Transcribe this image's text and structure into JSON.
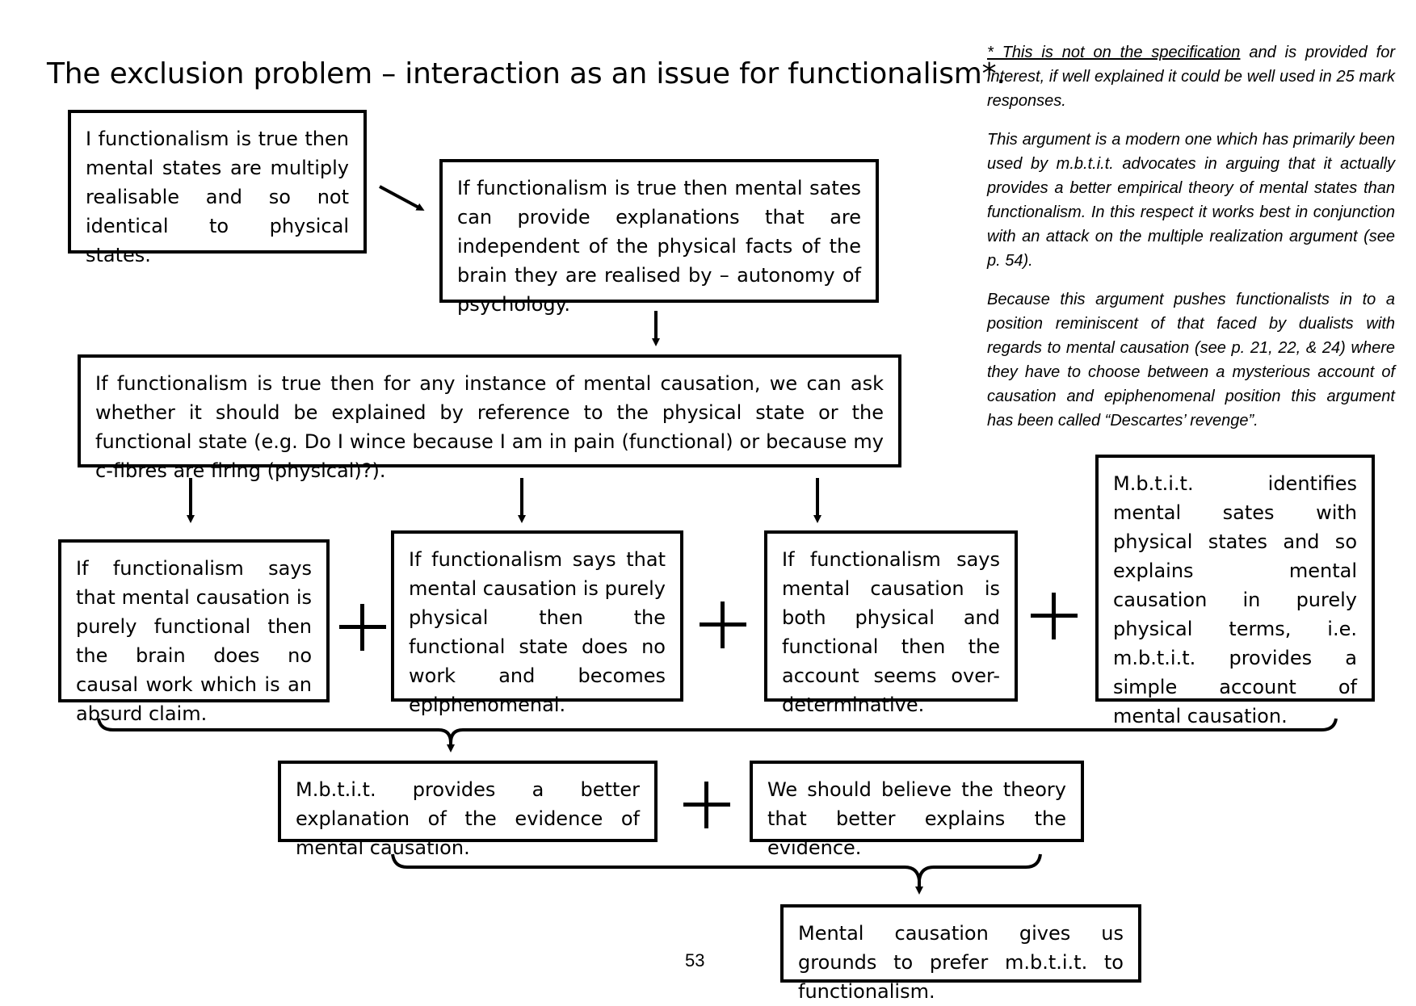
{
  "title": "The exclusion problem – interaction as an issue for functionalism*.",
  "notes": {
    "p1_underlined": "* This is not on the specification",
    "p1_rest": " and is provided for interest, if well explained it could be well used in 25 mark responses.",
    "p2": "This argument is a modern one which has primarily been used by m.b.t.i.t. advocates in arguing that it actually provides a better empirical theory of mental states than functionalism. In this respect it works best in conjunction with an attack on the multiple realization argument (see p. 54).",
    "p3": "Because this argument pushes functionalists in to a position reminiscent of that faced by dualists with regards to mental causation (see p. 21, 22, & 24) where they have to choose between a mysterious account of causation and epiphenomenal position this argument has been called “Descartes’ revenge”."
  },
  "boxes": {
    "multiply_realisable": "I functionalism is true then mental states are multiply realisable and so not identical to physical states.",
    "autonomy": "If functionalism is true then mental sates can provide explanations that are independent of the physical facts of the brain they are realised by – autonomy of psychology.",
    "mental_causation_question": "If functionalism is true then for any instance of mental causation, we can ask whether it should be explained by reference to the physical state or the functional state (e.g. Do I wince because I am in pain (functional) or because my c-fibres are firing (physical)?).",
    "purely_functional": "If functionalism says that mental causation is purely functional then the brain does no causal work which is an absurd claim.",
    "purely_physical": "If functionalism says that mental causation is purely physical then the functional state does no work and becomes epiphenomenal.",
    "both": "If functionalism says mental causation is both physical and functional then the account seems over-determinative.",
    "mbtit_identifies": "M.b.t.i.t. identifies mental sates with physical states and so explains mental causation in purely physical terms, i.e. m.b.t.i.t. provides a simple account of mental causation.",
    "better_explanation": "M.b.t.i.t. provides a better explanation of the evidence of mental causation.",
    "believe_theory": "We should believe the theory that better explains the evidence.",
    "conclusion": "Mental causation gives us grounds to prefer m.b.t.i.t. to functionalism."
  },
  "page_number": "53"
}
